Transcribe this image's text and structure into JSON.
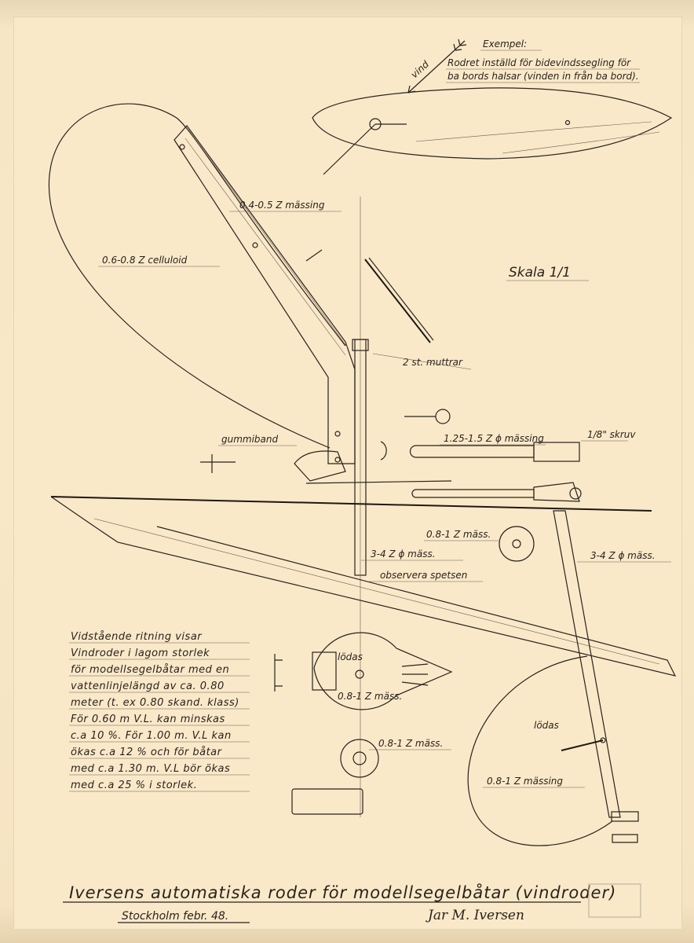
{
  "example": {
    "heading": "Exempel:",
    "line1": "Rodret inställd för bidevindssegling för",
    "line2": "ba bords halsar (vinden in från ba bord).",
    "wind_label": "vind"
  },
  "labels": {
    "vane_brass": "0.4-0.5 Z mässing",
    "vane_celluloid": "0.6-0.8 Z celluloid",
    "scale": "Skala 1/1",
    "nuts": "2 st. muttrar",
    "rubber_band": "gummiband",
    "brass_rod": "1.25-1.5 Z ϕ mässing",
    "screw": "1/8\" skruv",
    "disc_brass": "0.8-1 Z mäss.",
    "tube_brass_left": "3-4 Z ϕ mäss.",
    "tube_brass_right": "3-4 Z ϕ mäss.",
    "observe_tip": "observera spetsen",
    "solder_1": "lödas",
    "gear_brass": "0.8-1 Z mäss.",
    "washer_brass": "0.8-1 Z mäss.",
    "solder_2": "lödas",
    "rudder_brass": "0.8-1 Z mässing"
  },
  "note": [
    "Vidstående ritning visar",
    "Vindroder i lagom storlek",
    "för modellsegelbåtar med en",
    "vattenlinjelängd av ca. 0.80",
    "meter (t. ex 0.80 skand. klass)",
    "För 0.60 m V.L. kan minskas",
    "c.a 10 %. För 1.00 m. V.L kan",
    "ökas c.a 12 % och för båtar",
    "med c.a 1.30 m. V.L bör ökas",
    "med c.a 25 % i storlek."
  ],
  "title": "Iversens automatiska roder för modellsegelbåtar (vindroder)",
  "place_date": "Stockholm febr. 48.",
  "signature": "Jar M. Iversen"
}
